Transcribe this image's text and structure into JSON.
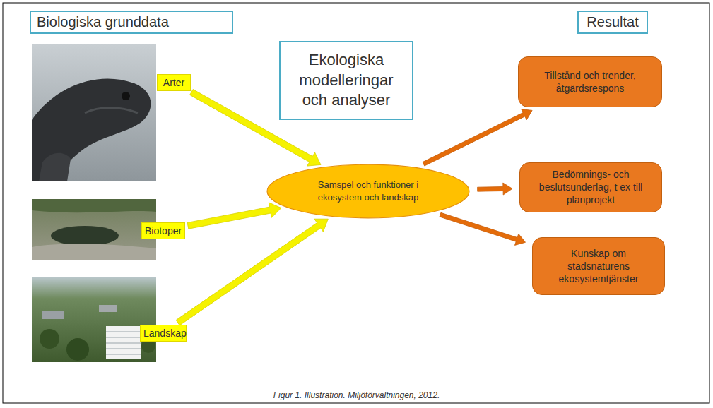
{
  "diagram": {
    "caption": "Figur 1. Illustration. Miljöförvaltningen, 2012.",
    "nodes": [
      {
        "text": [
          "Biologiska grunddata"
        ]
      },
      {
        "text": [
          "Ekologiska modelleringar och analyser"
        ]
      },
      {
        "text": [
          "Resultat"
        ]
      },
      {
        "text": [
          "Arter"
        ]
      },
      {
        "text": [
          "Biotoper"
        ]
      },
      {
        "text": [
          "Landskap"
        ]
      },
      {
        "text": [
          "Samspel och funktioner i ekosystem och landskap"
        ]
      },
      {
        "text": [
          "Tillstånd och trender, åtgärdsrespons"
        ]
      },
      {
        "text": [
          "Bedömnings- och beslutsunderlag, t ex till planprojekt"
        ]
      },
      {
        "text": [
          "Kunskap om stadsnaturens ekosystemtjänster"
        ]
      }
    ],
    "edges": [
      {
        "from": 3,
        "to": 6,
        "arrow": "to"
      },
      {
        "from": 4,
        "to": 6,
        "arrow": "to"
      },
      {
        "from": 5,
        "to": 6,
        "arrow": "to"
      },
      {
        "from": 6,
        "to": 7,
        "arrow": "to"
      },
      {
        "from": 6,
        "to": 8,
        "arrow": "to"
      },
      {
        "from": 6,
        "to": 9,
        "arrow": "to"
      }
    ]
  }
}
